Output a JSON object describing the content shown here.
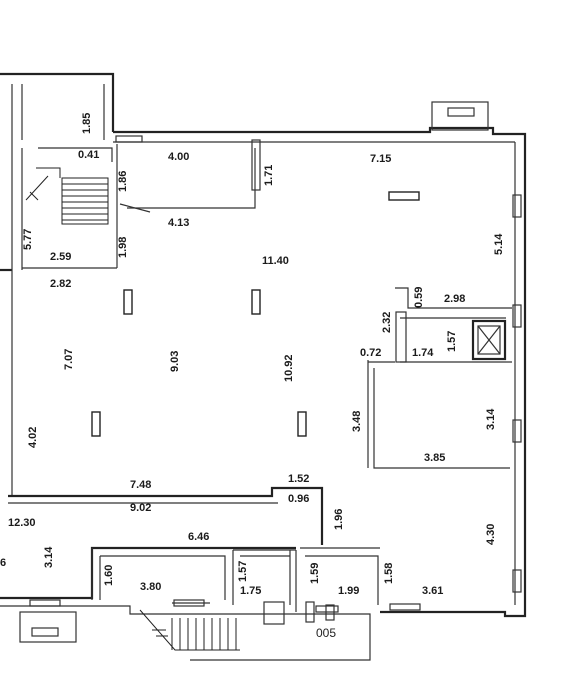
{
  "plan": {
    "room_label": "005",
    "dimensions": {
      "d_1_85": "1.85",
      "d_0_41": "0.41",
      "d_4_00": "4.00",
      "d_7_15": "7.15",
      "d_1_86": "1.86",
      "d_1_71": "1.71",
      "d_5_77": "5.77",
      "d_4_13": "4.13",
      "d_1_98": "1.98",
      "d_5_14": "5.14",
      "d_2_59": "2.59",
      "d_11_40": "11.40",
      "d_2_82": "2.82",
      "d_0_59": "0.59",
      "d_2_98": "2.98",
      "d_2_32": "2.32",
      "d_1_57a": "1.57",
      "d_7_07": "7.07",
      "d_9_03": "9.03",
      "d_10_92": "10.92",
      "d_0_72": "0.72",
      "d_1_74": "1.74",
      "d_3_48": "3.48",
      "d_3_14a": "3.14",
      "d_4_02": "4.02",
      "d_3_85": "3.85",
      "d_7_48": "7.48",
      "d_1_52": "1.52",
      "d_0_96": "0.96",
      "d_9_02": "9.02",
      "d_1_96": "1.96",
      "d_12_30": "12.30",
      "d_4_30": "4.30",
      "d_6_46": "6.46",
      "d_6": "6",
      "d_3_14b": "3.14",
      "d_1_60": "1.60",
      "d_1_57b": "1.57",
      "d_1_59": "1.59",
      "d_1_58": "1.58",
      "d_3_80": "3.80",
      "d_1_75": "1.75",
      "d_1_99": "1.99",
      "d_3_61": "3.61"
    }
  }
}
